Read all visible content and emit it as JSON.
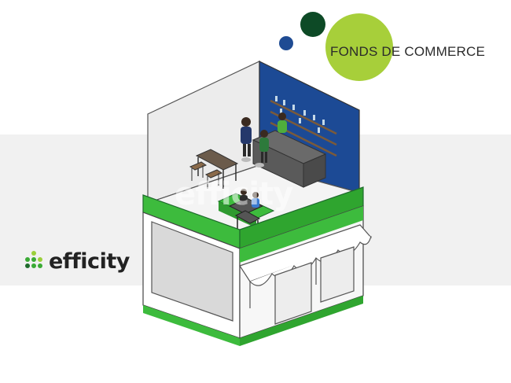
{
  "badge": {
    "label": "FONDS DE COMMERCE",
    "circle_color": "#a7cf3a",
    "dot_dark_green": "#0d4a26",
    "dot_blue": "#1f4b93"
  },
  "brand": {
    "logo_text": "efficity",
    "watermark_text": "efficity",
    "logo_icon": "dot-grid-icon",
    "green": "#3aaa35",
    "dark_green": "#1e6b2c"
  },
  "illustration": {
    "icon": "isometric-shop-icon",
    "wall_blue": "#1c4a95",
    "floor_green": "#3dbb3d"
  }
}
